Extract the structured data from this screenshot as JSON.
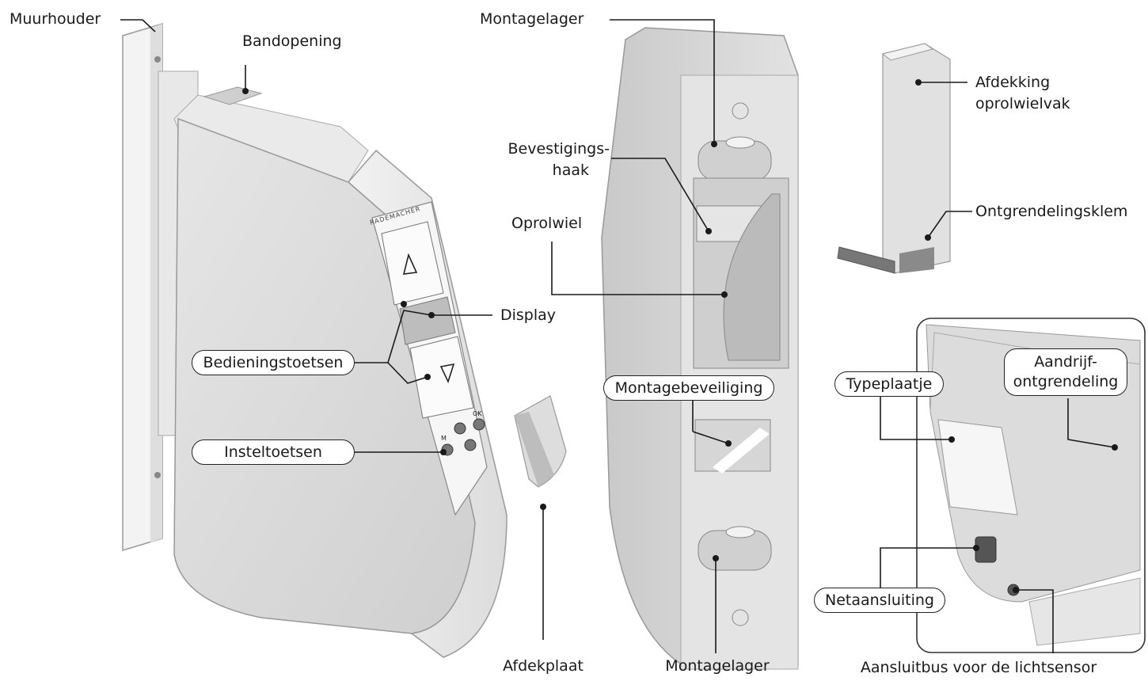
{
  "labels": {
    "muurhouder": "Muurhouder",
    "bandopening": "Bandopening",
    "display": "Display",
    "bedieningstoetsen": "Bedieningstoetsen",
    "insteltoetsen": "Insteltoetsen",
    "afdekplaat": "Afdekplaat",
    "montagelager_top": "Montagelager",
    "bevestigingshaak_1": "Bevestigings-",
    "bevestigingshaak_2": "haak",
    "oprolwiel": "Oprolwiel",
    "montagebeveiliging": "Montagebeveiliging",
    "montagelager_bottom": "Montagelager",
    "afdekking_1": "Afdekking",
    "afdekking_2": "oprolwielvak",
    "ontgrendelingsklem": "Ontgrendelingsklem",
    "typeplaatje": "Typeplaatje",
    "aandrijf_1": "Aandrijf-",
    "aandrijf_2": "ontgrendeling",
    "netaansluiting": "Netaansluiting",
    "aansluitbus": "Aansluitbus voor de lichtsensor"
  },
  "device": {
    "brand": "RADEMACHER",
    "ok_key": "OK",
    "m_key": "M"
  },
  "colors": {
    "body_fill": "#d9d9d9",
    "body_light": "#ececec",
    "body_dark": "#bdbdbd",
    "line": "#1a1a1a"
  }
}
